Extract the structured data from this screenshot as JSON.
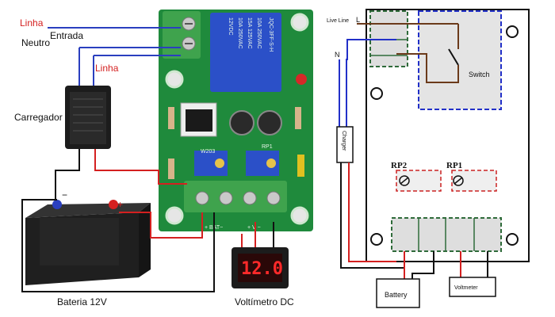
{
  "left_diagram": {
    "labels": {
      "linha_top": "Linha",
      "entrada": "Entrada",
      "neutro": "Neutro",
      "linha_charger": "Linha",
      "carregador": "Carregador",
      "bateria": "Bateria 12V",
      "voltimetro": "Voltímetro DC",
      "minus_battery": "−",
      "plus_battery": "+",
      "display_value": "12.0",
      "bat_terminal": "+ BAT−",
      "v_terminal": "+ V −",
      "relay_text": "JQC-3FF-S-H",
      "relay_spec1": "10A 250VAC",
      "relay_spec2": "15A 125VAC",
      "relay_spec3": "10A 250VAC",
      "relay_v": "12VDC",
      "pot_label": "RP1",
      "pot_code": "W203"
    }
  },
  "right_diagram": {
    "labels": {
      "live_line": "Live Line",
      "live_l": "L",
      "neutral_n": "N",
      "charger": "Charger",
      "switch": "Switch",
      "rp2": "RP2",
      "rp1": "RP1",
      "battery": "Battery",
      "voltmeter": "Voltmeter"
    }
  },
  "colors": {
    "blue_wire": "#2a3fbf",
    "red_wire": "#d42020",
    "black_wire": "#111111",
    "brown_wire": "#6b3a1a",
    "pcb_green": "#1f8a3c",
    "dashed_green": "#2f6b3a",
    "dashed_blue": "#2230c8",
    "dashed_red": "#cc2222"
  }
}
